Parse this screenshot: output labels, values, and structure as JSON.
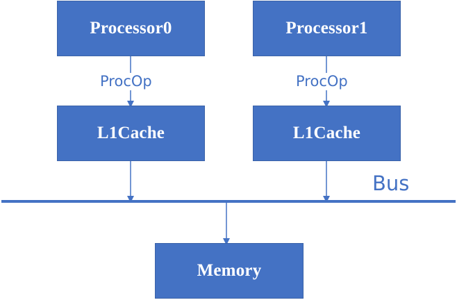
{
  "diagram": {
    "processor0": {
      "label": "Processor0"
    },
    "processor1": {
      "label": "Processor1"
    },
    "l1cache0": {
      "label": "L1Cache"
    },
    "l1cache1": {
      "label": "L1Cache"
    },
    "memory": {
      "label": "Memory"
    },
    "procop_left": {
      "label": "ProcOp"
    },
    "procop_right": {
      "label": "ProcOp"
    },
    "bus": {
      "label": "Bus"
    }
  },
  "colors": {
    "box_fill": "#4472c4",
    "box_text": "#ffffff",
    "line": "#4472c4"
  }
}
